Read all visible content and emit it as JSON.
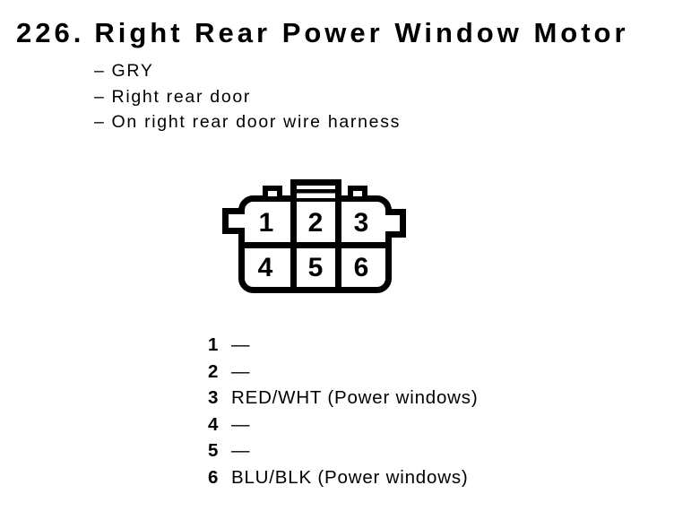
{
  "colors": {
    "ink": "#000000",
    "paper": "#ffffff"
  },
  "header": {
    "item_number": "226.",
    "title": "Right Rear Power Window Motor"
  },
  "connector_info": {
    "bullet_char": "–",
    "items": [
      {
        "text": "GRY"
      },
      {
        "text": "Right rear door"
      },
      {
        "text": "On right rear door wire harness"
      }
    ]
  },
  "connector": {
    "cavity_numbers": [
      [
        "1",
        "2",
        "3"
      ],
      [
        "4",
        "5",
        "6"
      ]
    ]
  },
  "pinout": {
    "rows": [
      {
        "pin": "1",
        "label": "—"
      },
      {
        "pin": "2",
        "label": "—"
      },
      {
        "pin": "3",
        "label": "RED/WHT (Power windows)"
      },
      {
        "pin": "4",
        "label": "—"
      },
      {
        "pin": "5",
        "label": "—"
      },
      {
        "pin": "6",
        "label": "BLU/BLK (Power windows)"
      }
    ]
  }
}
